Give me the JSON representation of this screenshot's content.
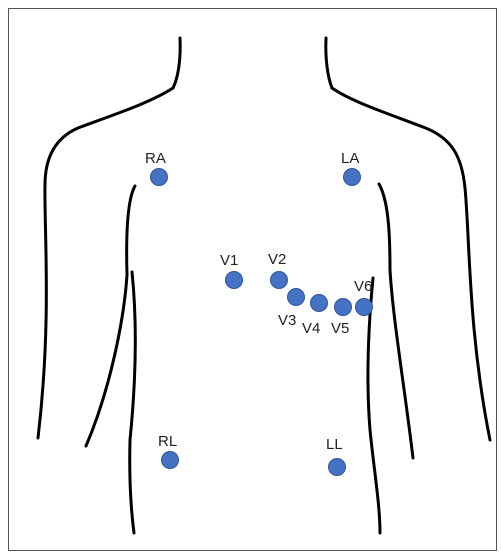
{
  "electrode_color": "#4472c4",
  "electrode_stroke": "#2f5597",
  "electrodes": [
    {
      "id": "ra",
      "label": "RA"
    },
    {
      "id": "la",
      "label": "LA"
    },
    {
      "id": "v1",
      "label": "V1"
    },
    {
      "id": "v2",
      "label": "V2"
    },
    {
      "id": "v3",
      "label": "V3"
    },
    {
      "id": "v4",
      "label": "V4"
    },
    {
      "id": "v5",
      "label": "V5"
    },
    {
      "id": "v6",
      "label": "V6"
    },
    {
      "id": "rl",
      "label": "RL"
    },
    {
      "id": "ll",
      "label": "LL"
    }
  ]
}
